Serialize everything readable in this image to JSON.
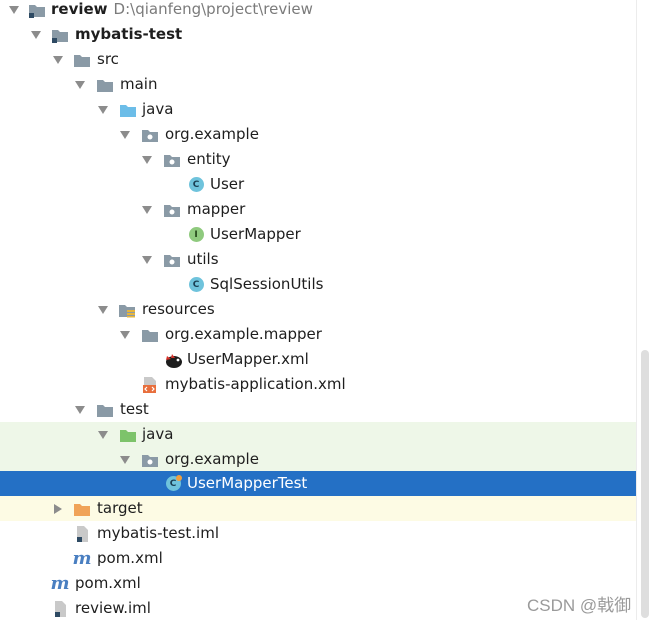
{
  "colors": {
    "selection": "#2470c5",
    "test_source_tint": "#eef7e8",
    "excluded_tint": "#fdfbe4",
    "folder": "#8a9aa6",
    "source_folder": "#6cbde8",
    "test_folder": "#7dc36a",
    "excluded_folder": "#f0a358"
  },
  "tree": [
    {
      "label": "review",
      "bold": true,
      "path": "D:\\qianfeng\\project\\review",
      "icon": "module-folder-icon",
      "expanded": true
    },
    {
      "label": "mybatis-test",
      "bold": true,
      "icon": "module-folder-icon",
      "expanded": true
    },
    {
      "label": "src",
      "icon": "folder-icon",
      "expanded": true
    },
    {
      "label": "main",
      "icon": "folder-icon",
      "expanded": true
    },
    {
      "label": "java",
      "icon": "source-folder-icon",
      "expanded": true
    },
    {
      "label": "org.example",
      "icon": "package-icon",
      "expanded": true
    },
    {
      "label": "entity",
      "icon": "package-icon",
      "expanded": true
    },
    {
      "label": "User",
      "icon": "class-icon",
      "badge": "C"
    },
    {
      "label": "mapper",
      "icon": "package-icon",
      "expanded": true
    },
    {
      "label": "UserMapper",
      "icon": "interface-icon",
      "badge": "I"
    },
    {
      "label": "utils",
      "icon": "package-icon",
      "expanded": true
    },
    {
      "label": "SqlSessionUtils",
      "icon": "class-icon",
      "badge": "C"
    },
    {
      "label": "resources",
      "icon": "resources-folder-icon",
      "expanded": true
    },
    {
      "label": "org.example.mapper",
      "icon": "folder-icon",
      "expanded": true
    },
    {
      "label": "UserMapper.xml",
      "icon": "mybatis-bird-icon"
    },
    {
      "label": "mybatis-application.xml",
      "icon": "xml-file-icon"
    },
    {
      "label": "test",
      "icon": "folder-icon",
      "expanded": true
    },
    {
      "label": "java",
      "icon": "test-folder-icon",
      "expanded": true
    },
    {
      "label": "org.example",
      "icon": "package-icon",
      "expanded": true
    },
    {
      "label": "UserMapperTest",
      "icon": "test-class-icon",
      "badge": "C",
      "selected": true
    },
    {
      "label": "target",
      "icon": "excluded-folder-icon",
      "expanded": false
    },
    {
      "label": "mybatis-test.iml",
      "icon": "iml-file-icon"
    },
    {
      "label": "pom.xml",
      "icon": "maven-icon"
    },
    {
      "label": "pom.xml",
      "icon": "maven-icon"
    },
    {
      "label": "review.iml",
      "icon": "iml-file-icon"
    }
  ],
  "watermark": "CSDN @戟御"
}
